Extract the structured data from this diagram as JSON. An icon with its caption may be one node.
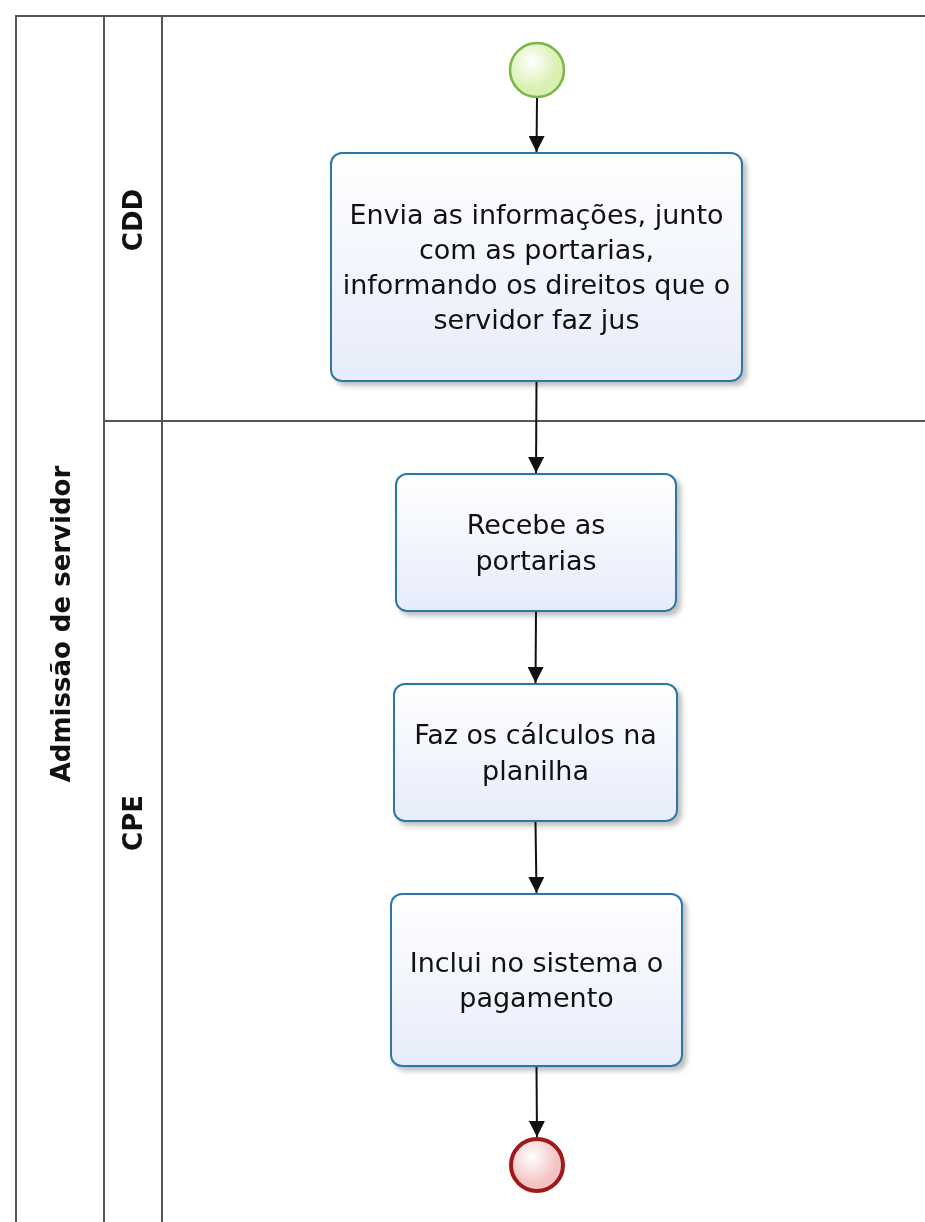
{
  "diagram": {
    "nodes": [
      {
        "text": [
          "Admissão de servidor"
        ]
      },
      {
        "text": [
          "CDD"
        ],
        "in": 0
      },
      {
        "text": [
          "CPE"
        ],
        "in": 0
      },
      {
        "text": [],
        "shape": "circle",
        "in": 1
      },
      {
        "text": [
          "Envia as informações, junto com as portarias, informando os direitos que o servidor faz jus"
        ],
        "in": 1
      },
      {
        "text": [
          "Recebe as portarias"
        ],
        "in": 2
      },
      {
        "text": [
          "Faz os cálculos na planilha"
        ],
        "in": 2
      },
      {
        "text": [
          "Inclui no sistema o pagamento"
        ],
        "in": 2
      },
      {
        "text": [],
        "shape": "circle",
        "in": 2
      }
    ],
    "edges": [
      {
        "from": 3,
        "to": 4,
        "arrow": "to"
      },
      {
        "from": 4,
        "to": 5,
        "arrow": "to"
      },
      {
        "from": 5,
        "to": 6,
        "arrow": "to"
      },
      {
        "from": 6,
        "to": 7,
        "arrow": "to"
      },
      {
        "from": 7,
        "to": 8,
        "arrow": "to"
      }
    ]
  }
}
